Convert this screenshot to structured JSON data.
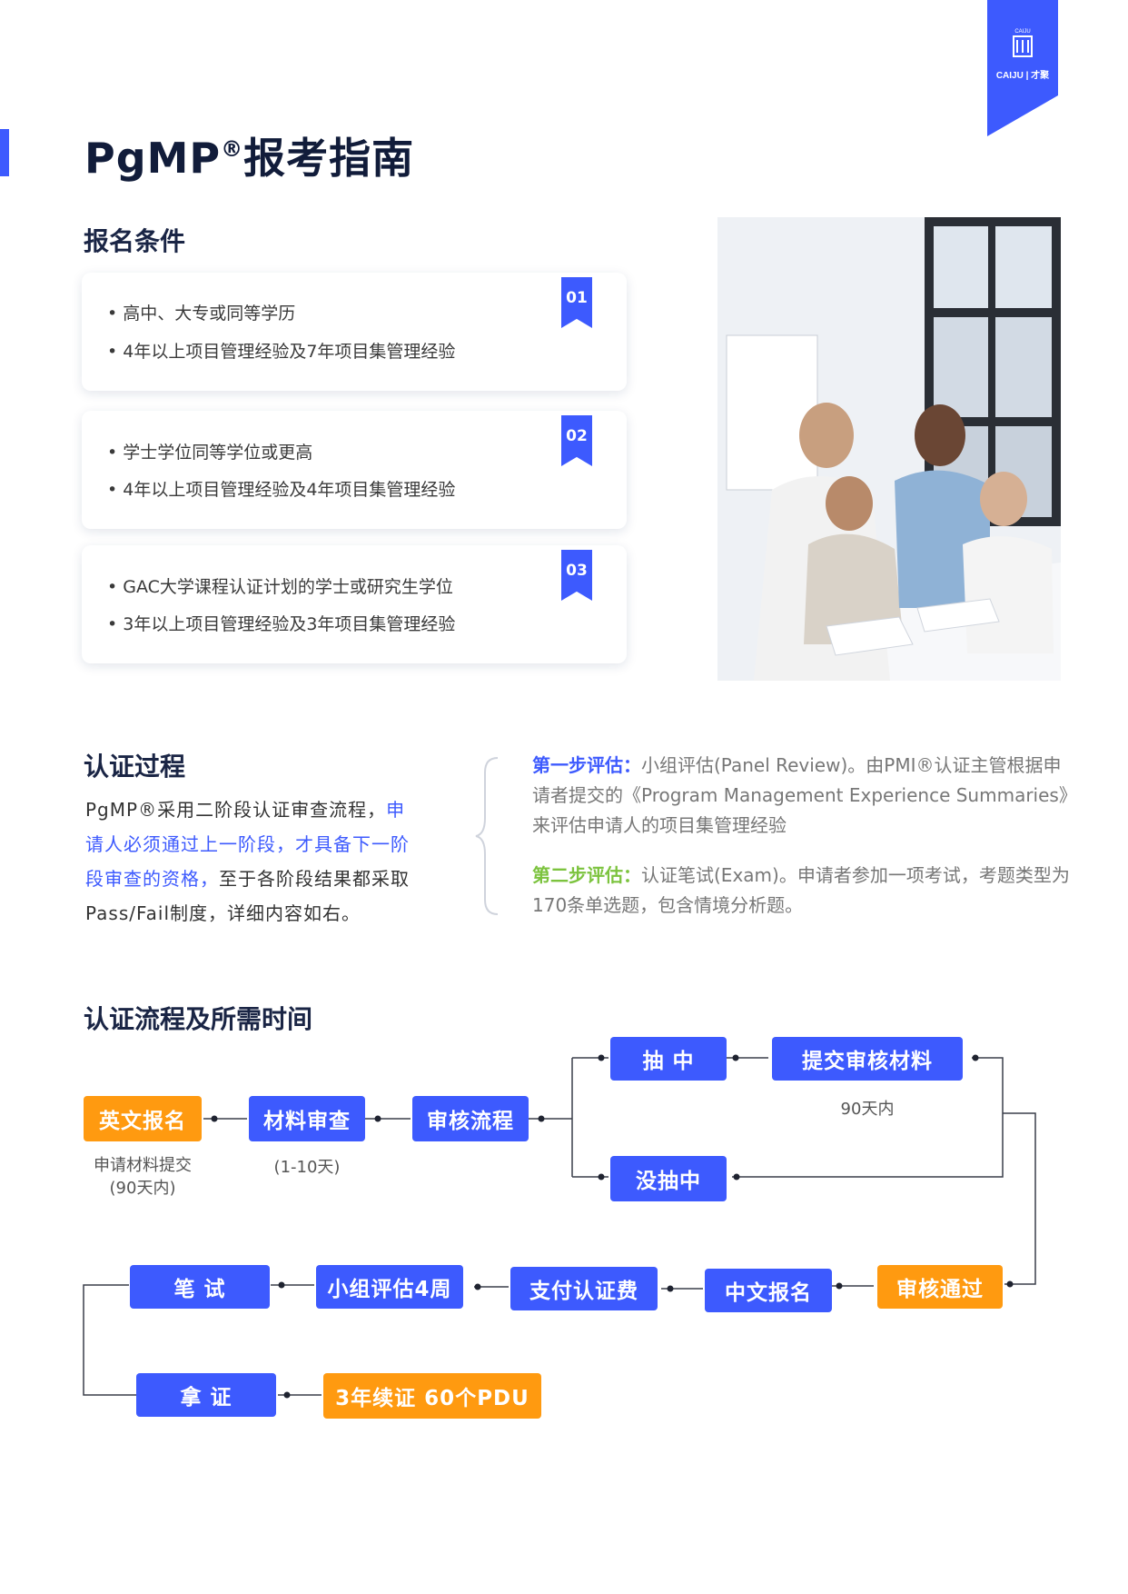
{
  "logo": {
    "top_text": "CAIJU",
    "main_text": "CAIJU | 才聚"
  },
  "title": {
    "main": "PgMP",
    "reg": "®",
    "rest": "报考指南"
  },
  "conditions": {
    "heading": "报名条件",
    "cards": [
      {
        "badge": "01",
        "lines": [
          "• 高中、大专或同等学历",
          "• 4年以上项目管理经验及7年项目集管理经验"
        ]
      },
      {
        "badge": "02",
        "lines": [
          "• 学士学位同等学位或更高",
          "• 4年以上项目管理经验及4年项目集管理经验"
        ]
      },
      {
        "badge": "03",
        "lines": [
          "• GAC大学课程认证计划的学士或研究生学位",
          "• 3年以上项目管理经验及3年项目集管理经验"
        ]
      }
    ]
  },
  "process": {
    "heading": "认证过程",
    "para_a": "PgMP®采用二阶段认证审查流程，",
    "para_hl": "申请人必须通过上一阶段，才具备下一阶段审查的资格，",
    "para_b": "至于各阶段结果都采取Pass/Fail制度，详细内容如右。",
    "step1_label": "第一步评估：",
    "step1_text": "小组评估(Panel Review)。由PMI®认证主管根据申请者提交的《Program Management Experience Summaries》来评估申请人的项目集管理经验",
    "step2_label": "第二步评估：",
    "step2_text": "认证笔试(Exam)。申请者参加一项考试，考题类型为170条单选题，包含情境分析题。"
  },
  "flow": {
    "heading": "认证流程及所需时间",
    "boxes": {
      "en_signup": "英文报名",
      "material_review": "材料审查",
      "review_process": "审核流程",
      "selected": "抽 中",
      "submit_materials": "提交审核材料",
      "not_selected": "没抽中",
      "approved": "审核通过",
      "cn_signup": "中文报名",
      "pay_fee": "支付认证费",
      "panel_eval": "小组评估4周",
      "exam": "笔 试",
      "get_cert": "拿 证",
      "renew": "3年续证 60个PDU"
    },
    "captions": {
      "en_signup_1": "申请材料提交",
      "en_signup_2": "(90天内)",
      "material_review": "(1-10天)",
      "submit_materials": "90天内"
    }
  }
}
